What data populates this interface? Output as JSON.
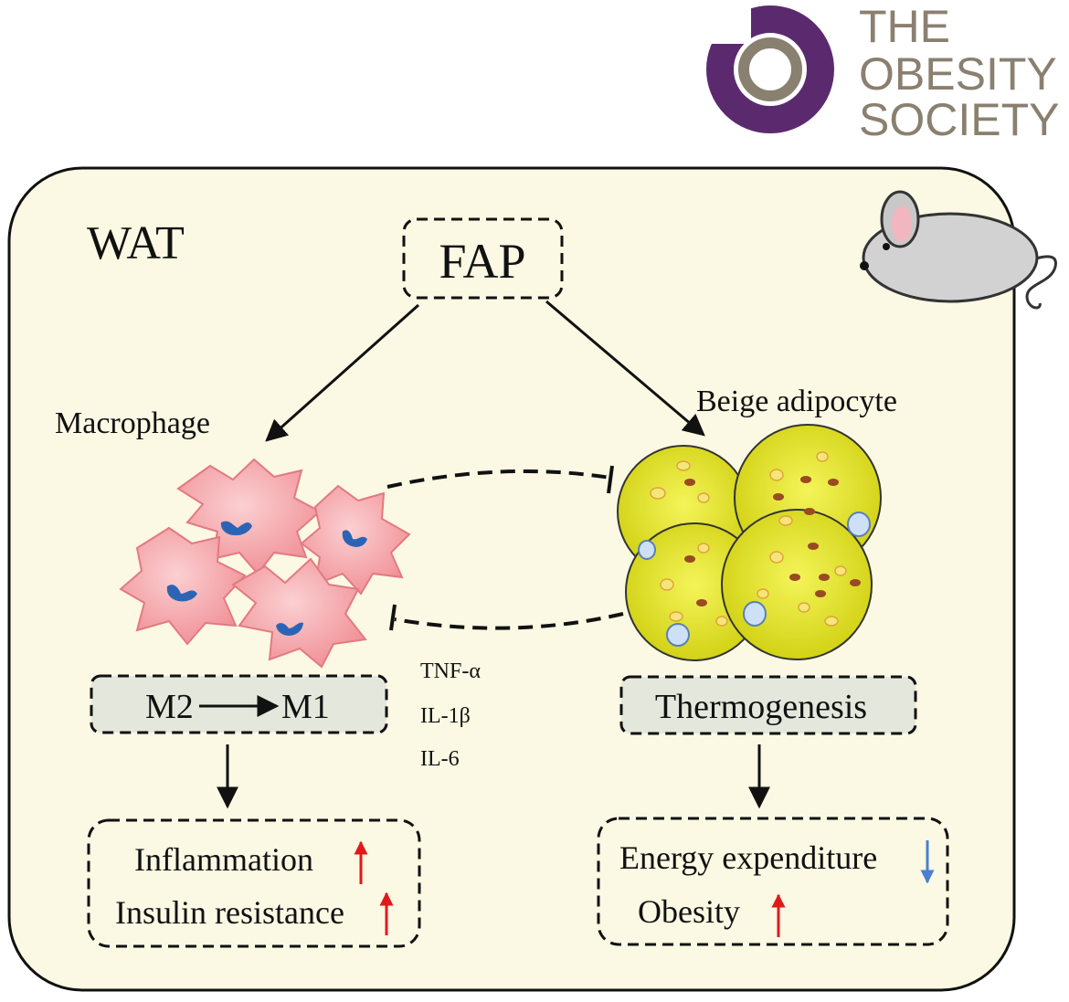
{
  "logo": {
    "line1": "THE",
    "line2": "OBESITY",
    "line3": "SOCIETY",
    "ring_color": "#5b2a6e",
    "inner_ring_color": "#8a8070",
    "text_color": "#8a8070"
  },
  "diagram": {
    "panel_label": "WAT",
    "panel_fill": "#fbf8e3",
    "top_node": "FAP",
    "left_cell_label": "Macrophage",
    "right_cell_label": "Beige adipocyte",
    "polarization": {
      "from": "M2",
      "to": "M1"
    },
    "cytokines": [
      "TNF-α",
      "IL-1β",
      "IL-6"
    ],
    "left_process": "Thermogenesis",
    "left_outcomes": [
      {
        "text": "Inflammation",
        "direction": "up"
      },
      {
        "text": "Insulin resistance",
        "direction": "up"
      }
    ],
    "right_outcomes": [
      {
        "text": "Energy expenditure",
        "direction": "down"
      },
      {
        "text": "Obesity",
        "direction": "up"
      }
    ],
    "colors": {
      "up_arrow": "#e0191b",
      "down_arrow": "#4a7fd4",
      "macrophage_fill": "#f6a8ac",
      "macrophage_nucleus": "#2b64b5",
      "adipocyte_fill": "#e6e61a",
      "process_fill": "#e4e8dc"
    }
  },
  "icons": [
    "mouse-icon"
  ]
}
